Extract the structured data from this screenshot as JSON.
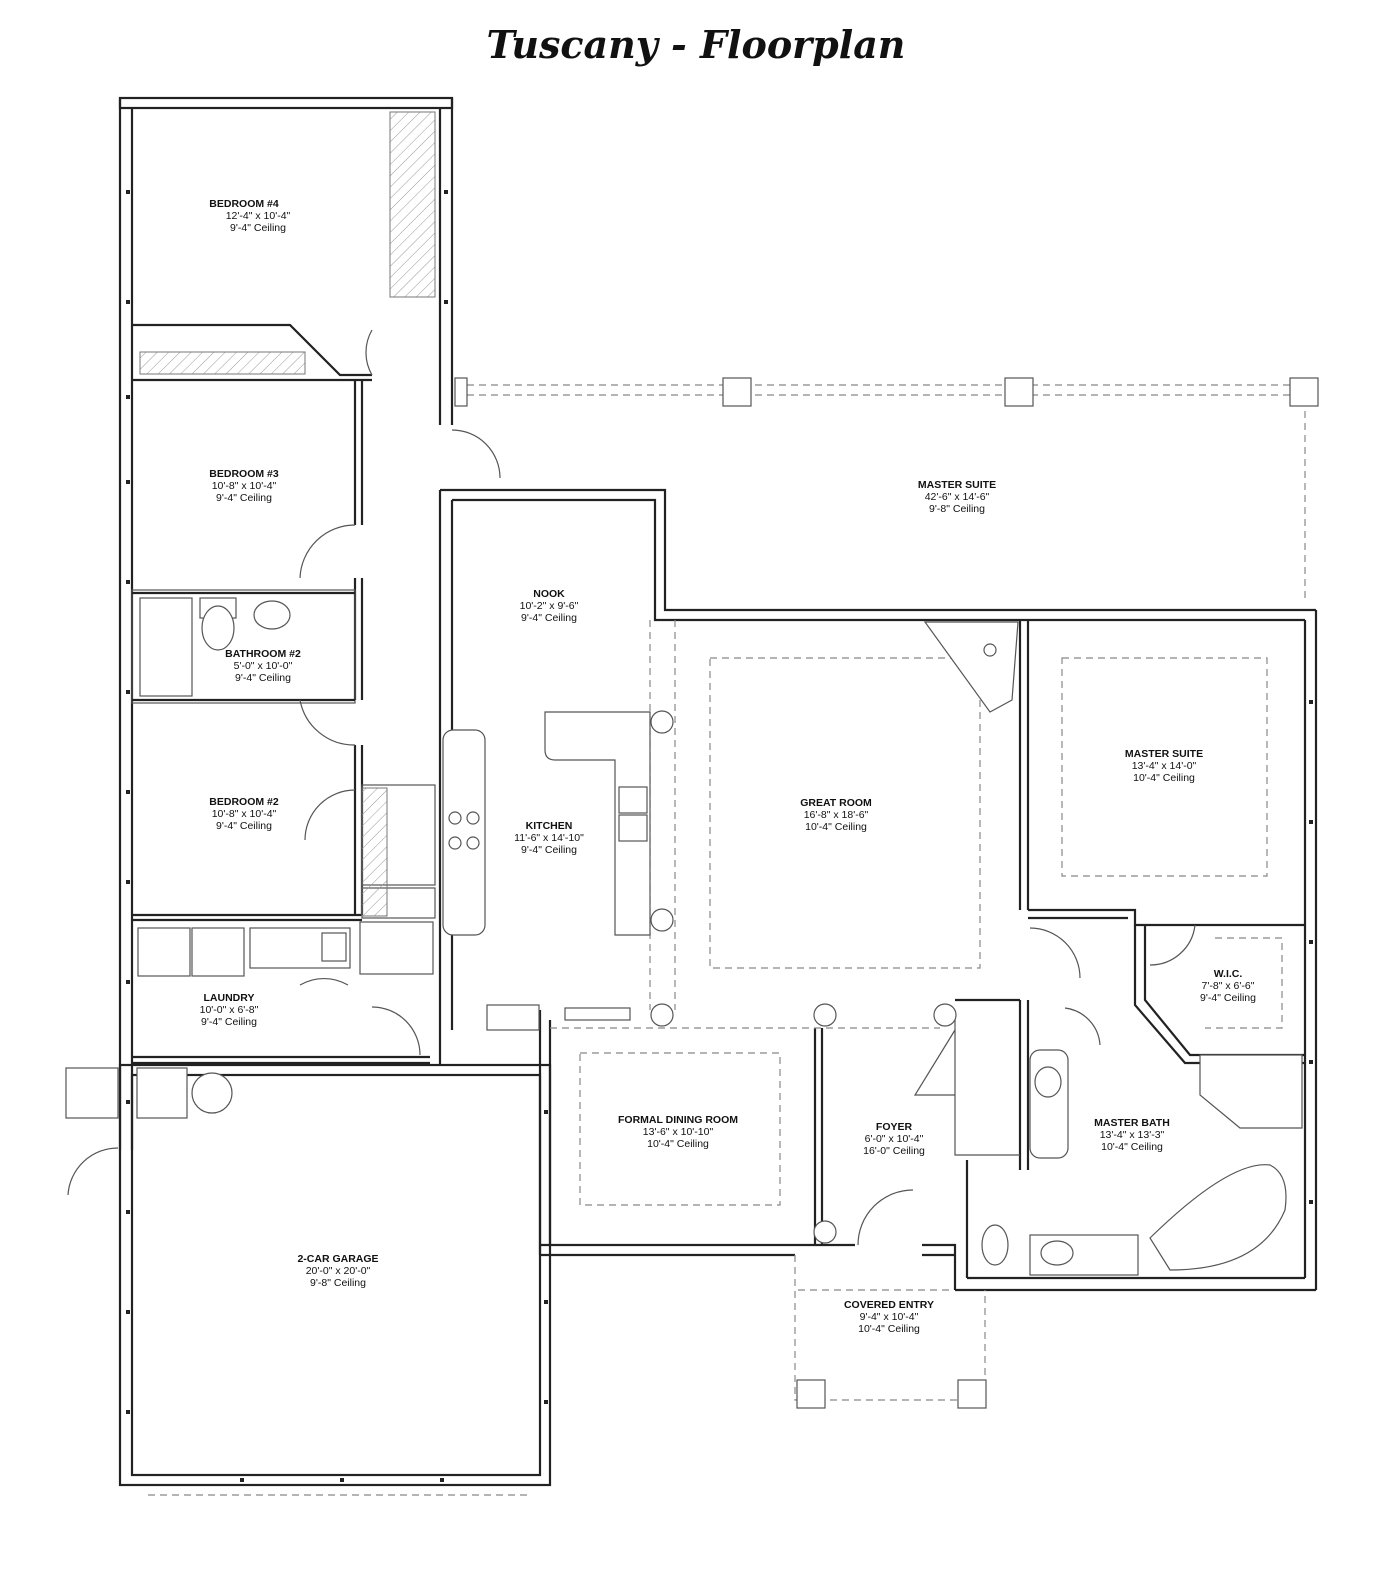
{
  "title": "Tuscany - Floorplan",
  "rooms": [
    {
      "id": "bedroom-4",
      "name": "BEDROOM #4",
      "size": "12'-4\" x 10'-4\"",
      "ceiling": "9'-4\" Ceiling"
    },
    {
      "id": "bedroom-3",
      "name": "BEDROOM #3",
      "size": "10'-8\" x 10'-4\"",
      "ceiling": "9'-4\" Ceiling"
    },
    {
      "id": "bathroom-2",
      "name": "BATHROOM #2",
      "size": "5'-0\" x 10'-0\"",
      "ceiling": "9'-4\" Ceiling"
    },
    {
      "id": "bedroom-2",
      "name": "BEDROOM #2",
      "size": "10'-8\" x 10'-4\"",
      "ceiling": "9'-4\" Ceiling"
    },
    {
      "id": "laundry",
      "name": "LAUNDRY",
      "size": "10'-0\" x 6'-8\"",
      "ceiling": "9'-4\" Ceiling"
    },
    {
      "id": "garage",
      "name": "2-CAR GARAGE",
      "size": "20'-0\" x 20'-0\"",
      "ceiling": "9'-8\" Ceiling"
    },
    {
      "id": "nook",
      "name": "NOOK",
      "size": "10'-2\" x 9'-6\"",
      "ceiling": "9'-4\" Ceiling"
    },
    {
      "id": "kitchen",
      "name": "KITCHEN",
      "size": "11'-6\" x 14'-10\"",
      "ceiling": "9'-4\" Ceiling"
    },
    {
      "id": "master-suite-patio",
      "name": "MASTER SUITE",
      "size": "42'-6\" x 14'-6\"",
      "ceiling": "9'-8\" Ceiling"
    },
    {
      "id": "great-room",
      "name": "GREAT ROOM",
      "size": "16'-8\" x 18'-6\"",
      "ceiling": "10'-4\" Ceiling"
    },
    {
      "id": "master-suite",
      "name": "MASTER SUITE",
      "size": "13'-4\" x 14'-0\"",
      "ceiling": "10'-4\" Ceiling"
    },
    {
      "id": "wic",
      "name": "W.I.C.",
      "size": "7'-8\" x 6'-6\"",
      "ceiling": "9'-4\" Ceiling"
    },
    {
      "id": "formal-dining",
      "name": "FORMAL DINING ROOM",
      "size": "13'-6\" x 10'-10\"",
      "ceiling": "10'-4\" Ceiling"
    },
    {
      "id": "foyer",
      "name": "FOYER",
      "size": "6'-0\" x 10'-4\"",
      "ceiling": "16'-0\" Ceiling"
    },
    {
      "id": "master-bath",
      "name": "MASTER BATH",
      "size": "13'-4\" x 13'-3\"",
      "ceiling": "10'-4\" Ceiling"
    },
    {
      "id": "covered-entry",
      "name": "COVERED ENTRY",
      "size": "9'-4\" x 10'-4\"",
      "ceiling": "10'-4\" Ceiling"
    }
  ]
}
